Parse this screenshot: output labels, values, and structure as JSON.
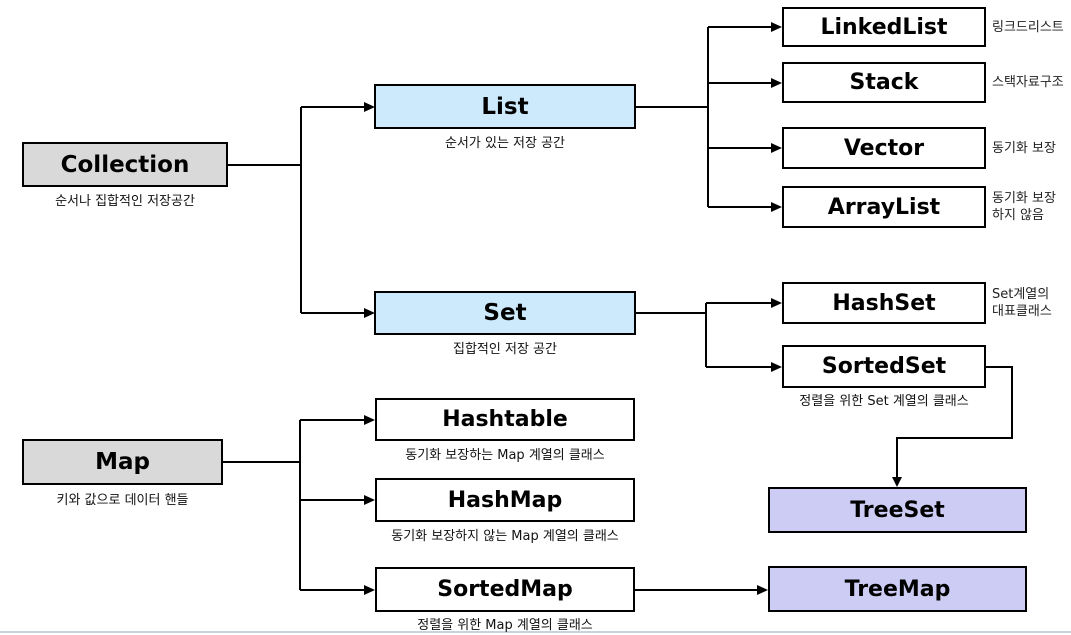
{
  "colors": {
    "gray_fill": "#d9d9d9",
    "blue_fill": "#cdeafc",
    "white_fill": "#ffffff",
    "lavender_fill": "#ccccf5",
    "line_color": "#000000",
    "bottom_rule": "#c9d3dd"
  },
  "nodes": {
    "collection": {
      "label": "Collection",
      "caption": "순서나 집합적인 저장공간"
    },
    "list": {
      "label": "List",
      "caption": "순서가 있는 저장 공간"
    },
    "set": {
      "label": "Set",
      "caption": "집합적인 저장 공간"
    },
    "map": {
      "label": "Map",
      "caption": "키와 값으로 데이터 핸들"
    },
    "linkedlist": {
      "label": "LinkedList",
      "note": "링크드리스트"
    },
    "stack": {
      "label": "Stack",
      "note": "스택자료구조"
    },
    "vector": {
      "label": "Vector",
      "note": "동기화 보장"
    },
    "arraylist": {
      "label": "ArrayList",
      "note": "동기화 보장\n하지 않음"
    },
    "hashset": {
      "label": "HashSet",
      "note": "Set계열의\n대표클래스"
    },
    "sortedset": {
      "label": "SortedSet",
      "caption": "정렬을 위한 Set 계열의 클래스"
    },
    "hashtable": {
      "label": "Hashtable",
      "caption": "동기화 보장하는 Map 계열의 클래스"
    },
    "hashmap": {
      "label": "HashMap",
      "caption": "동기화 보장하지 않는 Map 계열의 클래스"
    },
    "sortedmap": {
      "label": "SortedMap",
      "caption": "정렬을 위한 Map 계열의 클래스"
    },
    "treeset": {
      "label": "TreeSet"
    },
    "treemap": {
      "label": "TreeMap"
    }
  }
}
